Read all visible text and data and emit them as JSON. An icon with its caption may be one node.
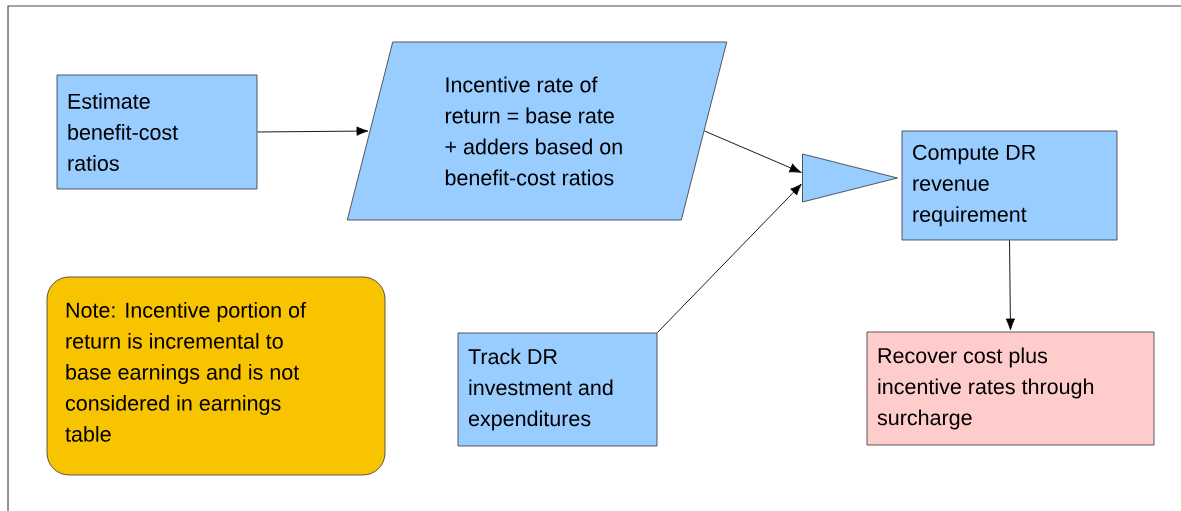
{
  "diagram": {
    "nodes": [
      {
        "text": [
          "Estimate benefit-cost ratios"
        ]
      },
      {
        "text": [
          "Incentive rate of return = base rate + adders based on benefit-cost ratios"
        ]
      },
      {
        "text": [],
        "shape": "triangle"
      },
      {
        "text": [
          "Compute DR revenue requirement"
        ]
      },
      {
        "text": [
          "Note: Incentive portion of return is incremental to base earnings and is not considered in earnings table"
        ]
      },
      {
        "text": [
          "Track DR investment and expenditures"
        ]
      },
      {
        "text": [
          "Recover cost plus incentive rates through surcharge"
        ]
      }
    ],
    "edges": [
      {
        "from": 0,
        "to": 1,
        "arrow": "to"
      },
      {
        "from": 1,
        "to": 2,
        "arrow": "to"
      },
      {
        "from": 5,
        "to": 2,
        "arrow": "to"
      },
      {
        "from": 3,
        "to": 6,
        "arrow": "to"
      }
    ]
  }
}
